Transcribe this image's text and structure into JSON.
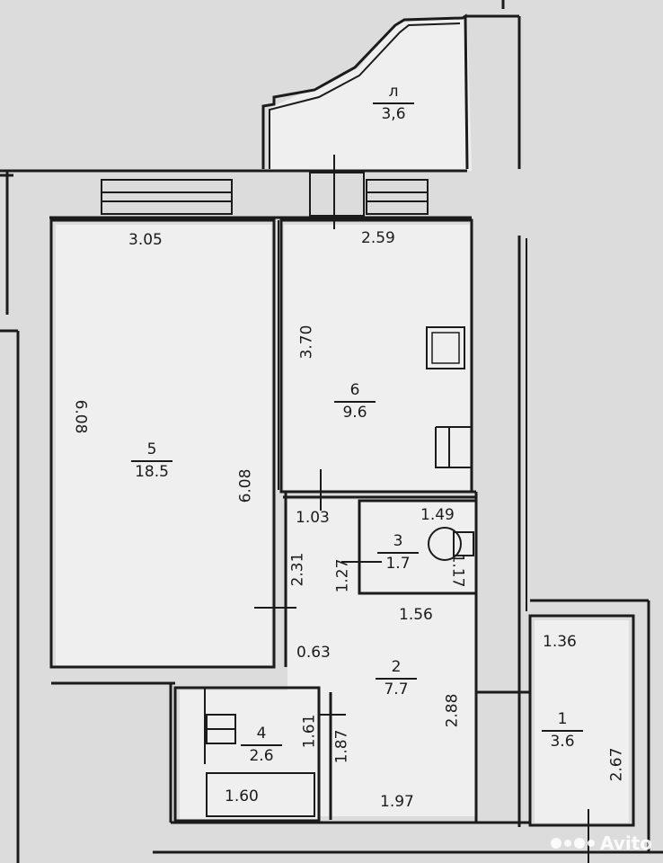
{
  "rooms": {
    "balcony": {
      "num": "л",
      "area": "3,6"
    },
    "kitchen": {
      "num": "6",
      "area": "9.6"
    },
    "living": {
      "num": "5",
      "area": "18.5"
    },
    "bathroom": {
      "num": "3",
      "area": "1.7"
    },
    "hall": {
      "num": "2",
      "area": "7.7"
    },
    "toilet": {
      "num": "4",
      "area": "2.6"
    },
    "entry": {
      "num": "1",
      "area": "3.6"
    }
  },
  "dims": {
    "living_top": "3.05",
    "kitchen_top": "2.59",
    "living_left": "6.08",
    "living_right": "6.08",
    "kitchen_left": "3.70",
    "hall_a": "1.03",
    "bath_top": "1.49",
    "hall_left": "2.31",
    "bath_left": "1.27",
    "bath_right": "1.17",
    "bath_bottom": "1.56",
    "hall_small": "0.63",
    "entry_top": "1.36",
    "hall_right": "2.88",
    "toilet_a": "1.61",
    "toilet_b": "1.87",
    "entry_right": "2.67",
    "toilet_bottom": "1.60",
    "hall_bottom": "1.97"
  },
  "watermark": {
    "text": "Avito"
  },
  "colors": {
    "background": "#dcdcdc",
    "wall": "#1b1b1b",
    "fill": "#efefef"
  }
}
